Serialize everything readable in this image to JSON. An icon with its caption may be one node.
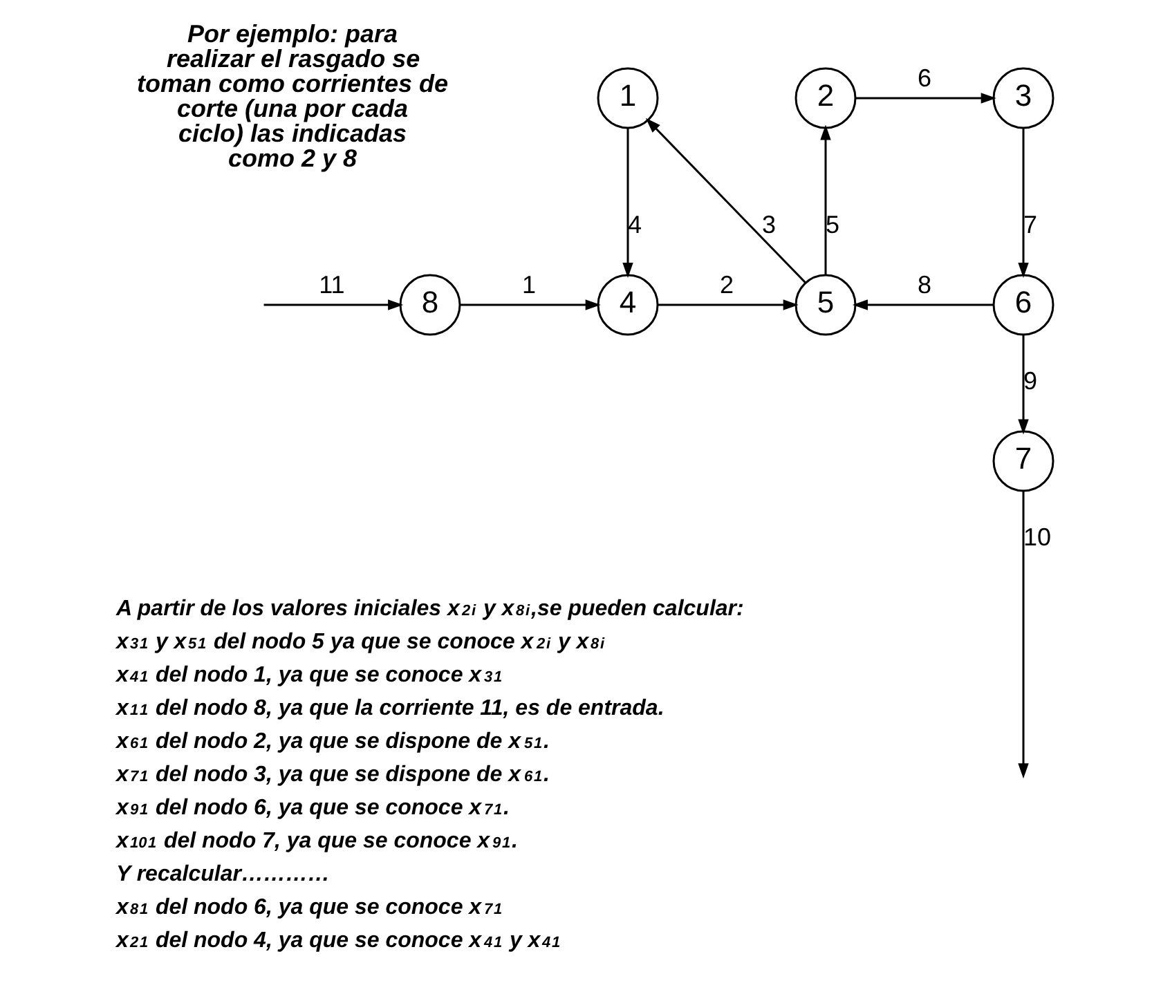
{
  "diagram": {
    "nodes": [
      {
        "text": [
          "1"
        ]
      },
      {
        "text": [
          "2"
        ]
      },
      {
        "text": [
          "3"
        ]
      },
      {
        "text": [
          "8"
        ]
      },
      {
        "text": [
          "4"
        ]
      },
      {
        "text": [
          "5"
        ]
      },
      {
        "text": [
          "6"
        ]
      },
      {
        "text": [
          "7"
        ]
      }
    ],
    "edges": [
      {
        "from": null,
        "to": 3,
        "arrow": "to",
        "label": "11"
      },
      {
        "from": 3,
        "to": 4,
        "arrow": "to",
        "label": "1"
      },
      {
        "from": 0,
        "to": 4,
        "arrow": "to",
        "label": "4"
      },
      {
        "from": 4,
        "to": 5,
        "arrow": "to",
        "label": "2"
      },
      {
        "from": 5,
        "to": 0,
        "arrow": "to",
        "label": "3"
      },
      {
        "from": 5,
        "to": 1,
        "arrow": "to",
        "label": "5"
      },
      {
        "from": 1,
        "to": 2,
        "arrow": "to",
        "label": "6"
      },
      {
        "from": 2,
        "to": 6,
        "arrow": "to",
        "label": "7"
      },
      {
        "from": 6,
        "to": 5,
        "arrow": "to",
        "label": "8"
      },
      {
        "from": 6,
        "to": 7,
        "arrow": "to",
        "label": "9"
      },
      {
        "from": 7,
        "to": null,
        "arrow": "to",
        "label": "10"
      }
    ],
    "labels": [
      "Por ejemplo: para realizar el rasgado se toman como corrientes de corte (una por cada ciclo) las indicadas como 2 y 8",
      "A partir de los valores iniciales x$_{2}$$^{i}$ y x$_{8}$$^{i}$,se pueden calcular:",
      "x$_{3}$$^{1}$ y x$_{5}$$^{1}$ del nodo 5 ya que se conoce x$_{2}$$^{i}$ y x$_{8}$$^{i}$",
      "x$_{4}$$^{1}$ del nodo 1, ya que se conoce x$_{3}$$^{1}$",
      "x$_{1}$$^{1}$ del nodo 8, ya que la corriente 11, es de entrada.",
      "x$_{6}$$^{1}$ del nodo 2, ya que se dispone de x$_{5}$$^{1}$.",
      "x$_{7}$$^{1}$ del nodo 3, ya que se dispone de x$_{6}$$^{1}$.",
      "x$_{9}$$^{1}$ del nodo 6, ya que se conoce x$_{7}$$^{1}$.",
      "x$_{10}$$^{1}$ del nodo 7, ya que se conoce x$_{9}$$^{1}$.",
      "Y recalcular…………",
      "x$_{8}$$^{1}$ del nodo 6, ya que se conoce x$_{7}$$^{1}$",
      "x$_{2}$$^{1}$ del nodo 4, ya que se conoce x$_{4}$$^{1}$ y x$_{4}$$^{1}$"
    ]
  }
}
